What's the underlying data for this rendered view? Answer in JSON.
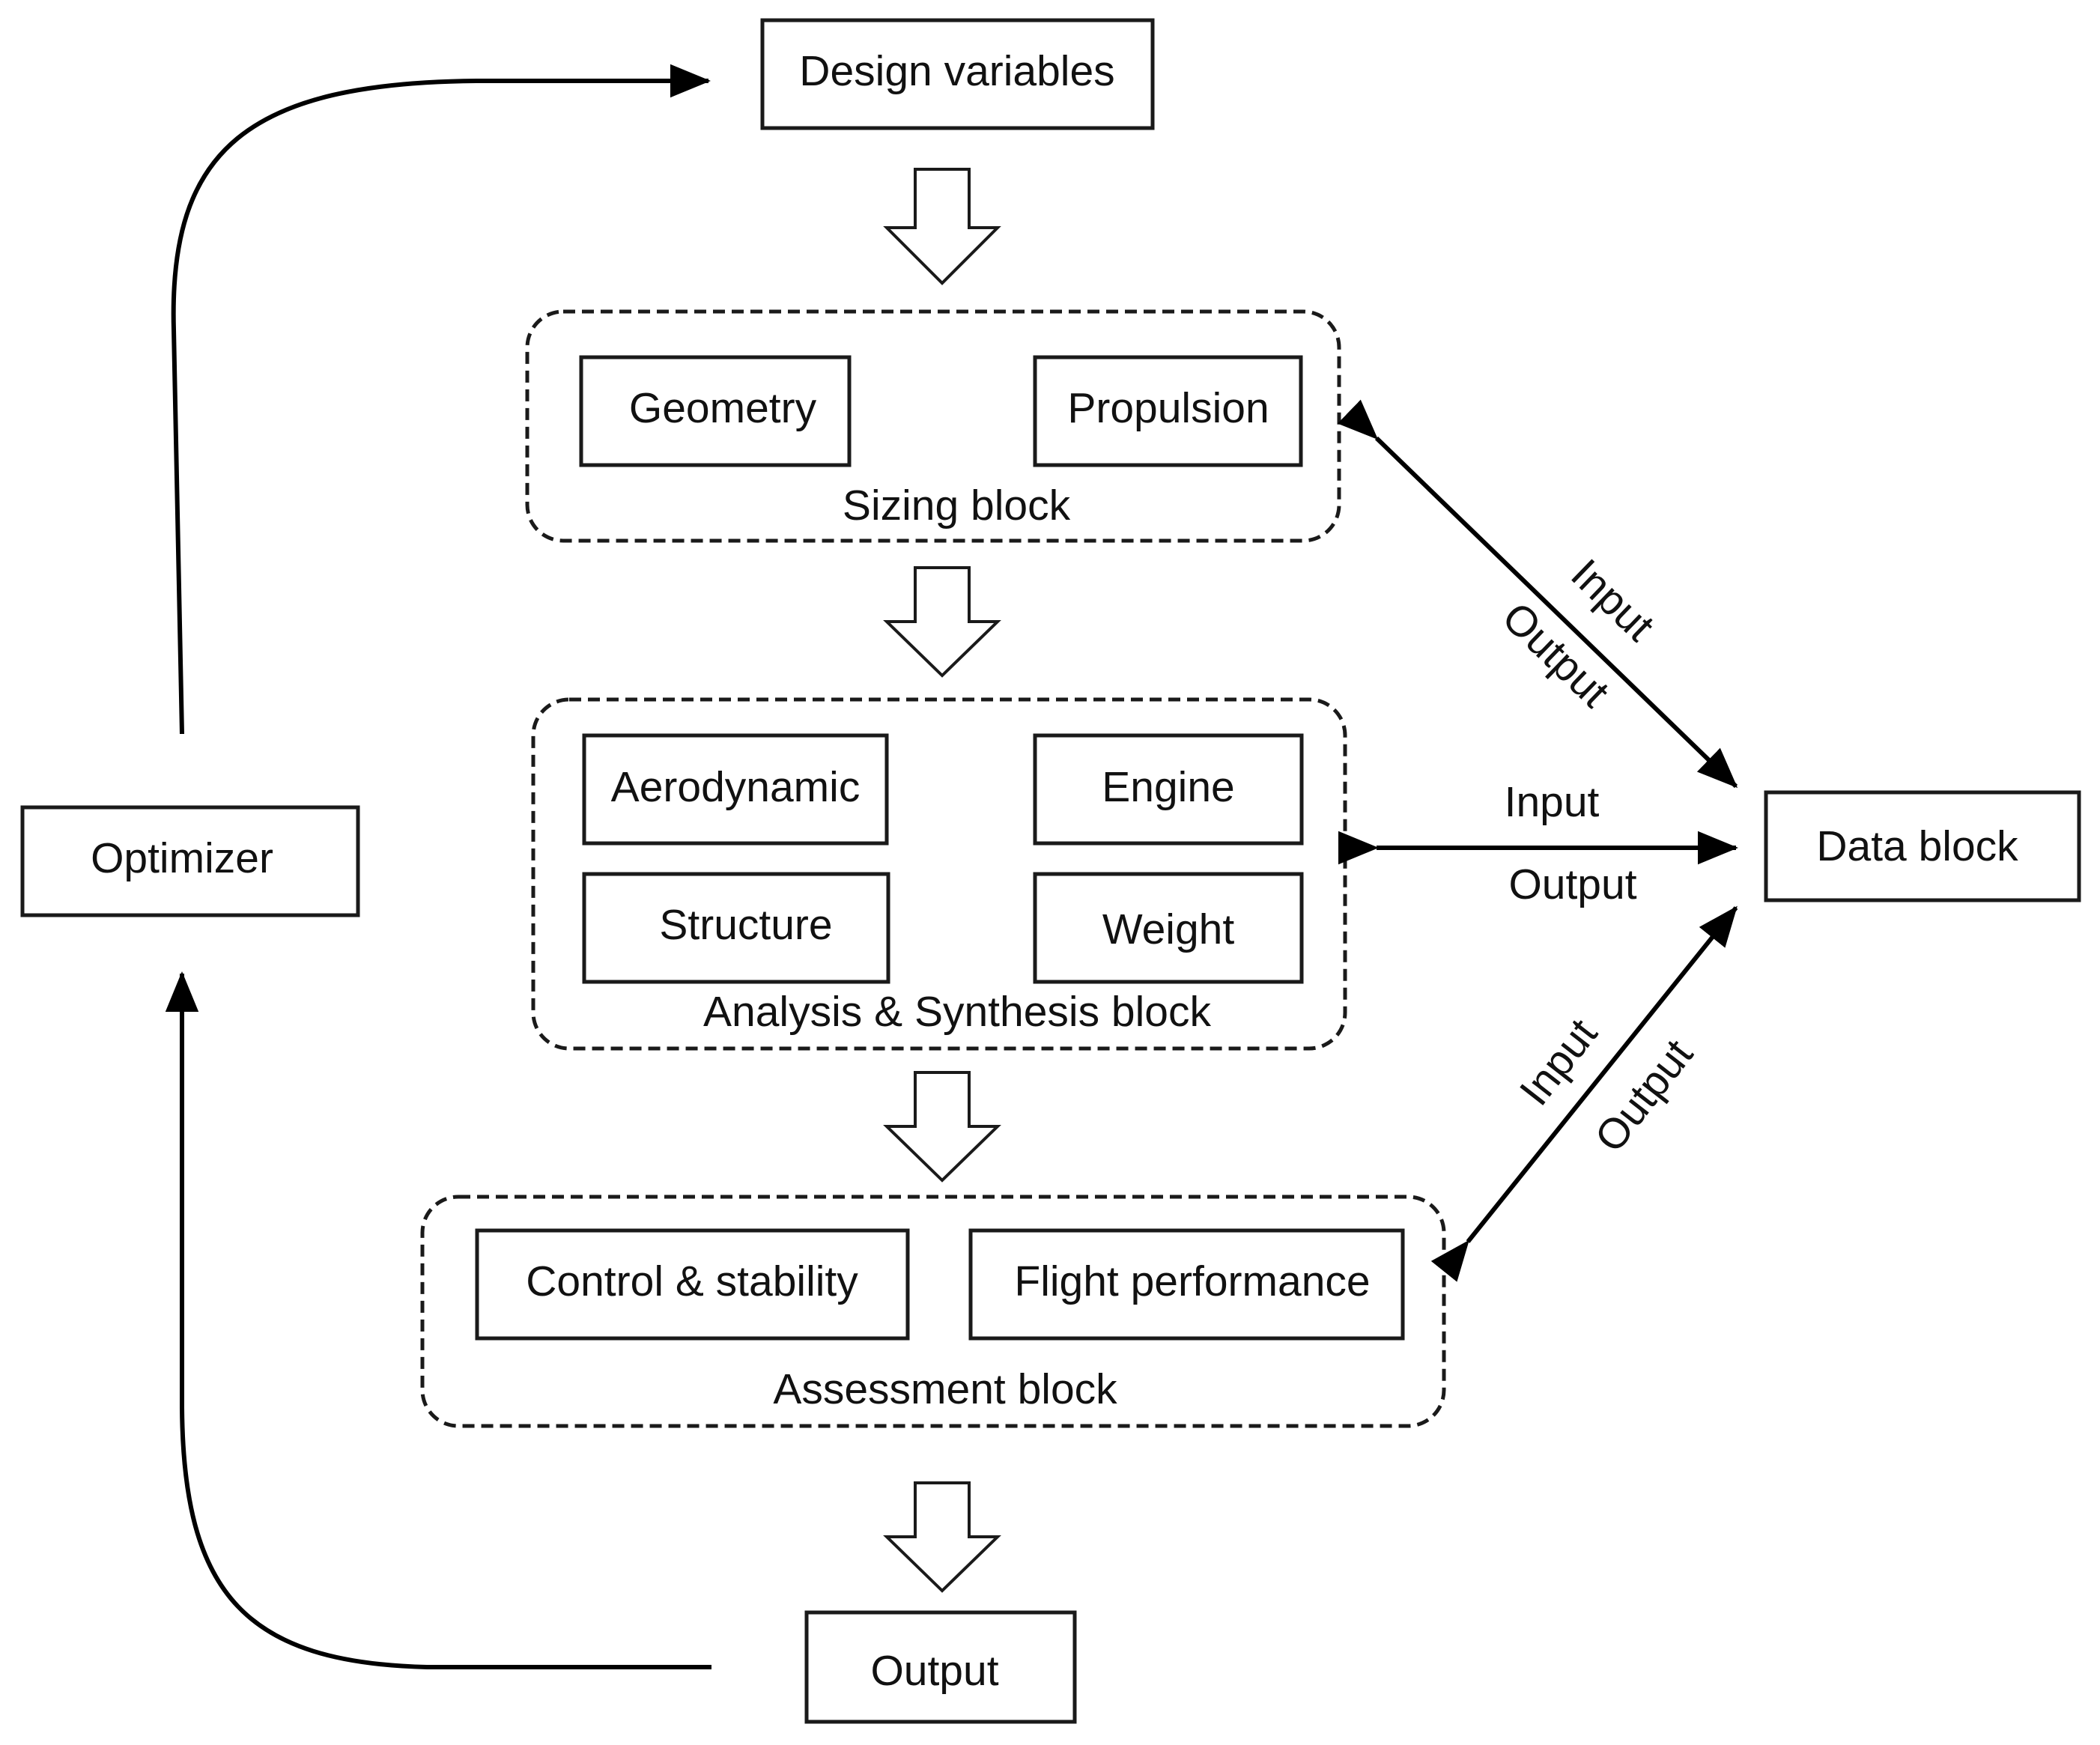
{
  "boxes": {
    "design_variables": "Design variables",
    "geometry": "Geometry",
    "propulsion": "Propulsion",
    "aerodynamic": "Aerodynamic",
    "engine": "Engine",
    "structure": "Structure",
    "weight": "Weight",
    "control_stability": "Control & stability",
    "flight_performance": "Flight performance",
    "output": "Output",
    "optimizer": "Optimizer",
    "data_block": "Data block"
  },
  "groups": {
    "sizing": "Sizing block",
    "analysis": "Analysis & Synthesis block",
    "assessment": "Assessment block"
  },
  "links": {
    "upper_input": "Input",
    "upper_output": "Output",
    "middle_input": "Input",
    "middle_output": "Output",
    "lower_input": "Input",
    "lower_output": "Output"
  }
}
